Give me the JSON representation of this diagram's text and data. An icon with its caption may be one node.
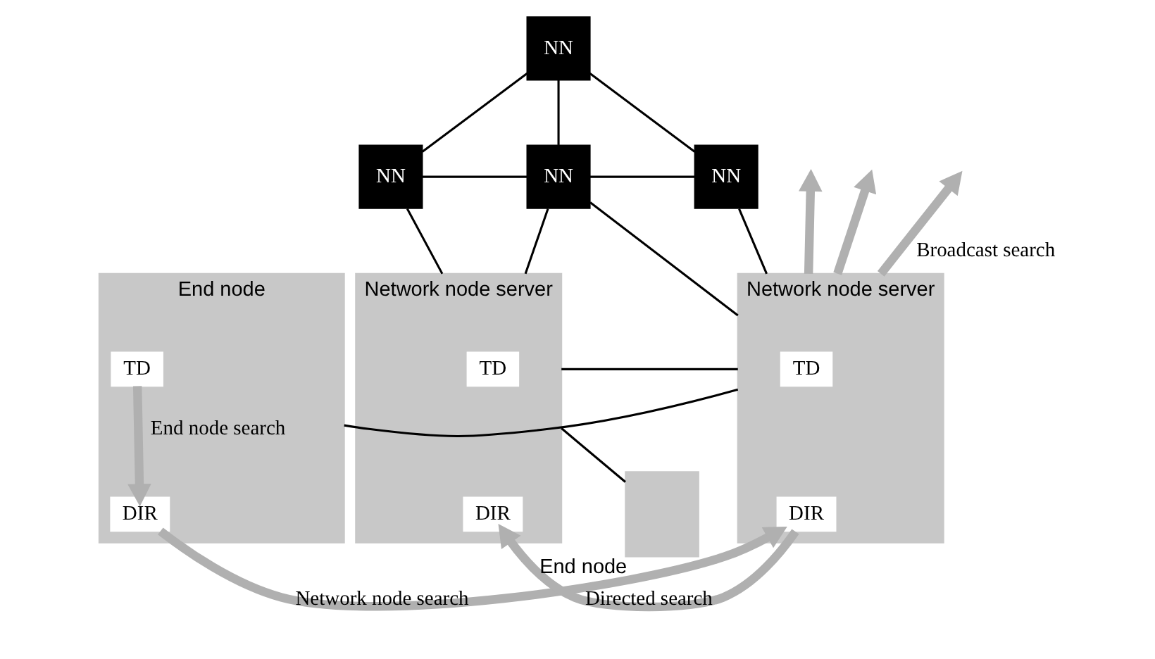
{
  "diagram": {
    "nodes": [
      {
        "text": [],
        "shape": "box",
        "beside": [
          "End node"
        ]
      },
      {
        "text": [
          "TD"
        ],
        "in": 0
      },
      {
        "text": [
          "DIR"
        ],
        "in": 0
      },
      {
        "text": [],
        "shape": "box",
        "beside": [
          "Network node server"
        ]
      },
      {
        "text": [
          "TD"
        ],
        "in": 3
      },
      {
        "text": [
          "DIR"
        ],
        "in": 3
      },
      {
        "text": [
          "NN"
        ]
      },
      {
        "text": [
          "NN"
        ]
      },
      {
        "text": [
          "NN"
        ]
      },
      {
        "text": [
          "NN"
        ]
      },
      {
        "text": [],
        "shape": "box",
        "beside": [
          "Network node server"
        ]
      },
      {
        "text": [
          "TD"
        ],
        "in": 10
      },
      {
        "text": [
          "DIR"
        ],
        "in": 10
      },
      {
        "text": [],
        "shape": "box",
        "beside": [
          "End node"
        ]
      }
    ],
    "edges": [
      {
        "from": 0,
        "to": 3,
        "arrow": "none"
      },
      {
        "from": 3,
        "to": 10,
        "arrow": "none"
      },
      {
        "from": 10,
        "to": 13,
        "arrow": "none"
      },
      {
        "from": 3,
        "to": 6,
        "arrow": "none"
      },
      {
        "from": 3,
        "to": 9,
        "arrow": "none"
      },
      {
        "from": 6,
        "to": 7,
        "arrow": "none"
      },
      {
        "from": 6,
        "to": 9,
        "arrow": "none"
      },
      {
        "from": 9,
        "to": 7,
        "arrow": "none"
      },
      {
        "from": 8,
        "to": 7,
        "arrow": "none"
      },
      {
        "from": 9,
        "to": 8,
        "arrow": "none"
      },
      {
        "from": 10,
        "to": 9,
        "arrow": "none"
      },
      {
        "from": 10,
        "to": 8,
        "arrow": "none"
      },
      {
        "from": 1,
        "to": 2,
        "arrow": "to",
        "label": "End node search",
        "style": "thick",
        "color": "#b0b0b0"
      },
      {
        "from": 2,
        "to": 5,
        "arrow": "to",
        "label": "Network node search",
        "style": "thick",
        "color": "#b0b0b0"
      },
      {
        "from": 5,
        "to": 12,
        "arrow": "to",
        "label": "Directed search",
        "style": "thick",
        "color": "#b0b0b0"
      },
      {
        "from": 3,
        "to": null,
        "arrow": "to",
        "label": "Broadcast search",
        "style": "thick",
        "color": "#b0b0b0"
      },
      {
        "from": 3,
        "to": null,
        "arrow": "to",
        "style": "thick",
        "color": "#b0b0b0"
      },
      {
        "from": 3,
        "to": null,
        "arrow": "to",
        "style": "thick",
        "color": "#b0b0b0"
      }
    ]
  }
}
